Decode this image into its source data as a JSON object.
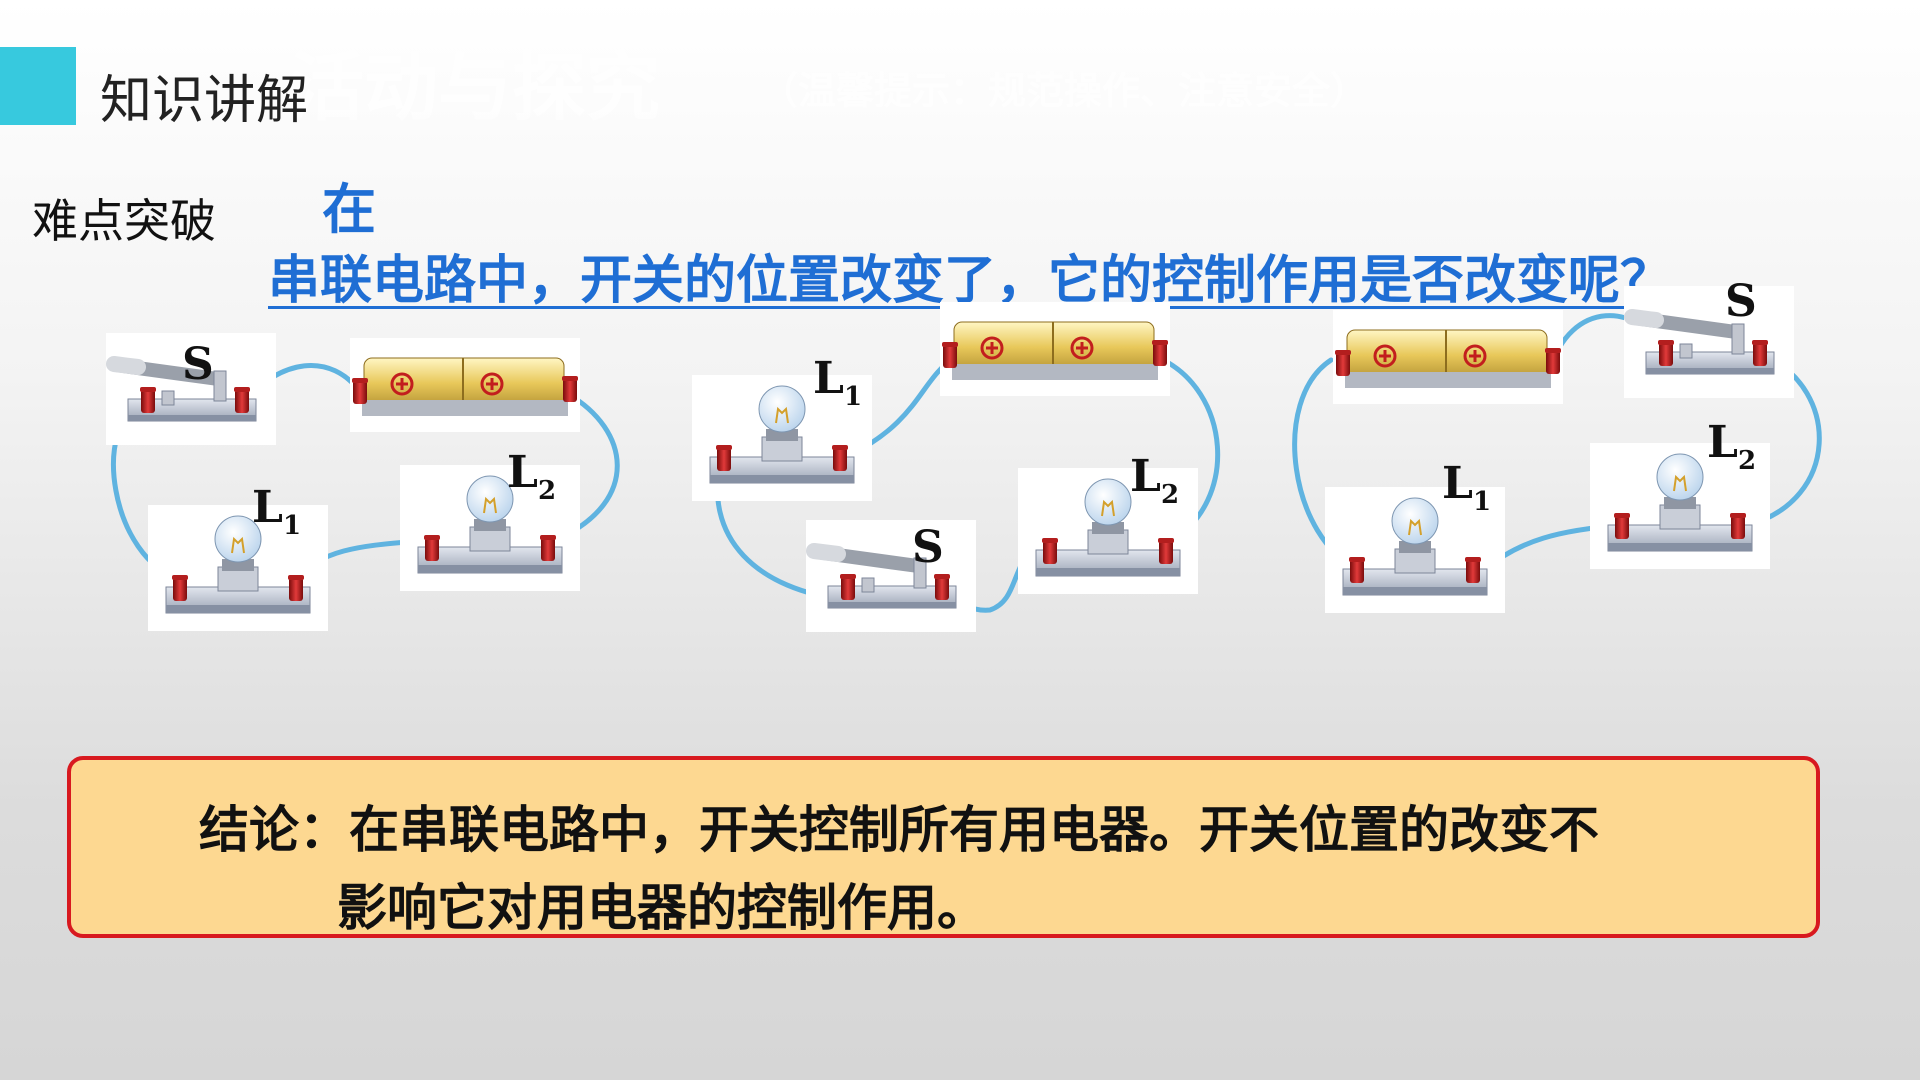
{
  "header": {
    "section_title": "知识讲解",
    "ghost_title": "活动与探究",
    "ghost_note": "（温馨提示：规范操作、注意安全）"
  },
  "sidebar_label": "难点突破",
  "question": {
    "line1": "在",
    "line2": "串联电路中，开关的位置改变了，它的控制作用是否改变呢？"
  },
  "circuits": {
    "switch_label": "S",
    "lamp_letter": "L",
    "lamp1_sub": "1",
    "lamp2_sub": "2",
    "battery_symbol": "⊕",
    "wire_color": "#5fb3e0"
  },
  "conclusion": {
    "line1": "结论：在串联电路中，开关控制所有用电器。开关位置的改变不",
    "line2": "影响它对用电器的控制作用。"
  },
  "colors": {
    "accent": "#37c9de",
    "question": "#1f6ed4",
    "conclusion_bg": "#fdd891",
    "conclusion_border": "#d8191f"
  }
}
